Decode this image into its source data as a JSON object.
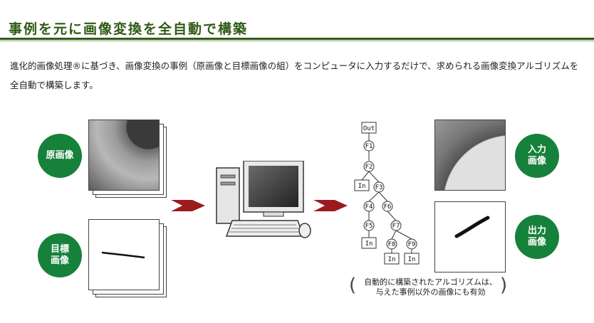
{
  "header": {
    "title": "事例を元に画像変換を全自動で構築"
  },
  "description": "進化的画像処理®に基づき、画像変換の事例（原画像と目標画像の組）をコンピュータに入力するだけで、求められる画像変換アルゴリズムを全自動で構築します。",
  "labels": {
    "original": "原画像",
    "target_line1": "目標",
    "target_line2": "画像",
    "input_line1": "入力",
    "input_line2": "画像",
    "output_line1": "出力",
    "output_line2": "画像"
  },
  "tree": {
    "nodes": [
      "Out",
      "F1",
      "F2",
      "In",
      "F3",
      "F4",
      "F6",
      "F5",
      "F7",
      "In",
      "F8",
      "F9",
      "In",
      "In"
    ]
  },
  "caption": {
    "line1": "自動的に構築されたアルゴリズムは、",
    "line2": "与えた事例以外の画像にも有効"
  },
  "colors": {
    "title": "#2f5a16",
    "badge": "#16813a",
    "arrow": "#9b1b1f"
  }
}
